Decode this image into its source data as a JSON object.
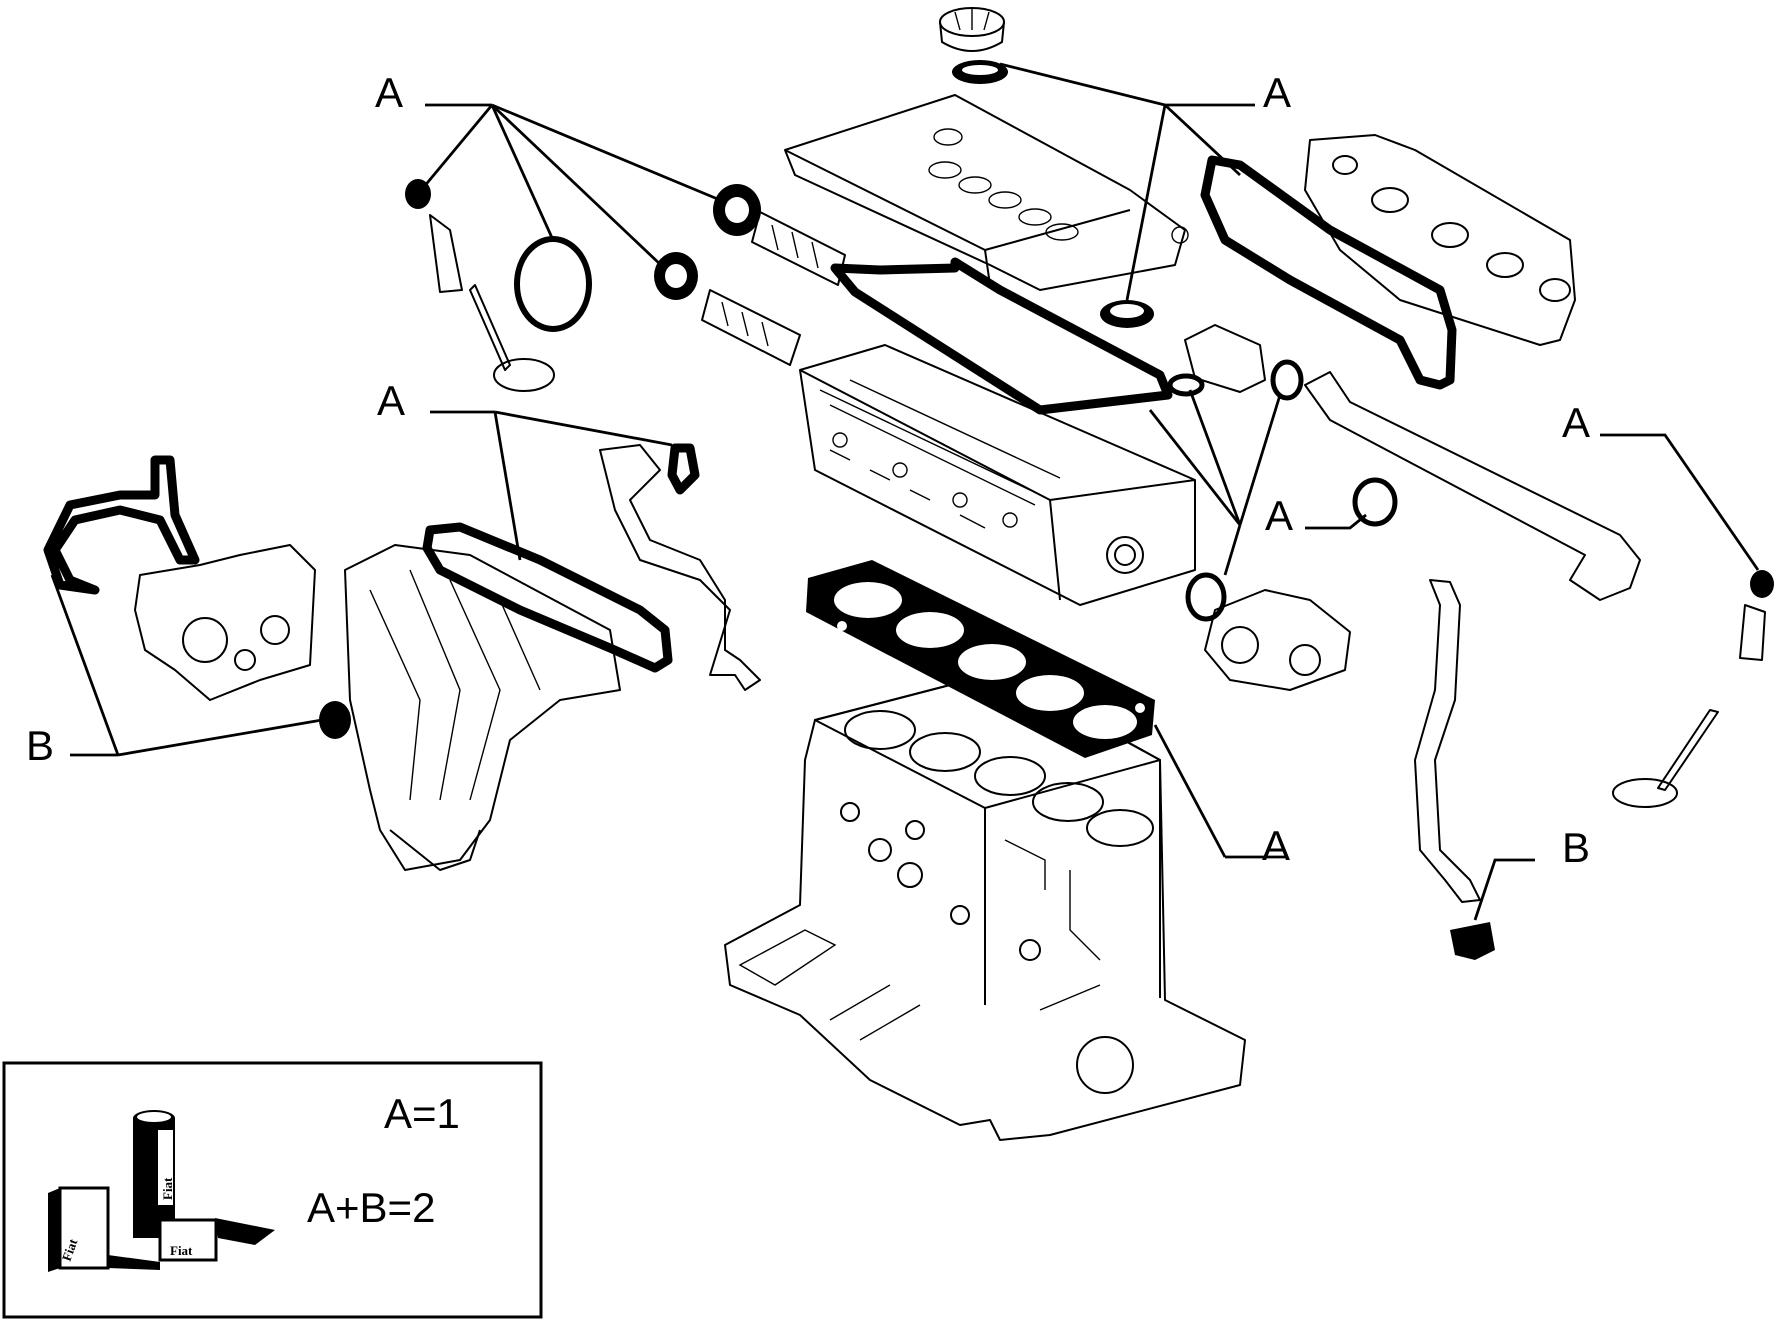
{
  "callouts": {
    "a1": "A",
    "a2": "A",
    "a3": "A",
    "a4": "A",
    "a5": "A",
    "a6": "A",
    "b1": "B",
    "b2": "B"
  },
  "legend": {
    "line1": "A=1",
    "line2": "A+B=2",
    "brand_text": "Fiat"
  },
  "colors": {
    "ink": "#000000",
    "paper": "#ffffff"
  }
}
